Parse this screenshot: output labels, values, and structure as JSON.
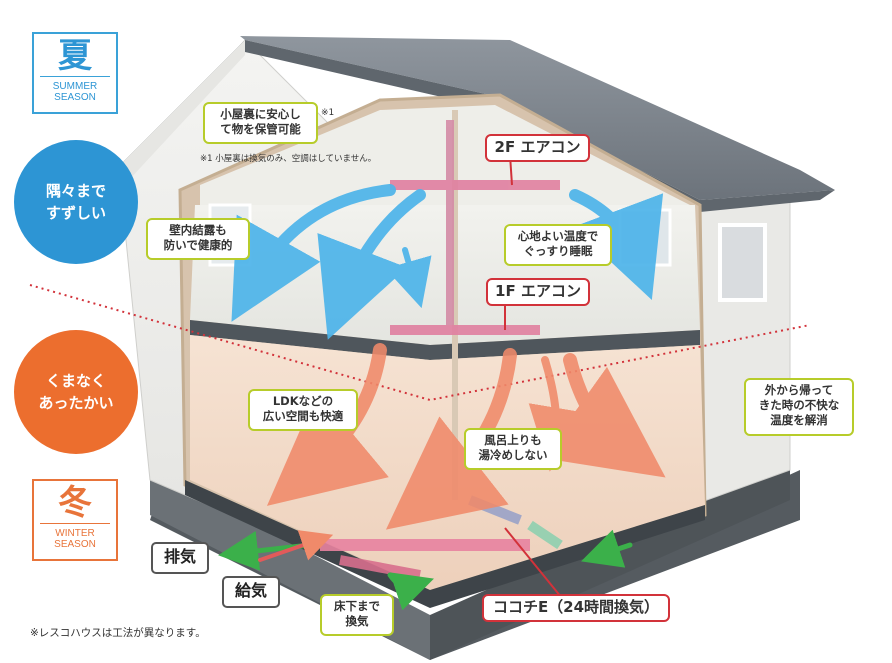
{
  "summer": {
    "kanji": "夏",
    "en_line1": "SUMMER",
    "en_line2": "SEASON",
    "color": "#3aa2d8"
  },
  "winter": {
    "kanji": "冬",
    "en_line1": "WINTER",
    "en_line2": "SEASON",
    "color": "#e8743a"
  },
  "badges": {
    "cool_line1": "隅々まで",
    "cool_line2": "すずしい",
    "cool_color": "#2d95d4",
    "warm_line1": "くまなく",
    "warm_line2": "あったかい",
    "warm_color": "#ec6e2e"
  },
  "notes": {
    "attic_line1": "小屋裏に安心し",
    "attic_line2": "て物を保管可能",
    "attic_ref": "※1",
    "attic_footnote": "※1 小屋裏は換気のみ、空調はしていません。",
    "condensation_line1": "壁内結露も",
    "condensation_line2": "防いで健康的",
    "sleep_line1": "心地よい温度で",
    "sleep_line2": "ぐっすり睡眠",
    "ldk_line1": "LDKなどの",
    "ldk_line2": "広い空間も快適",
    "bath_line1": "風呂上りも",
    "bath_line2": "湯冷めしない",
    "outside_line1": "外から帰って",
    "outside_line2": "きた時の不快な",
    "outside_line3": "温度を解消",
    "underfloor_line1": "床下まで",
    "underfloor_line2": "換気"
  },
  "units": {
    "ac_2f": "2F エアコン",
    "ac_1f": "1F エアコン",
    "kokochi": "ココチE（24時間換気）"
  },
  "vents": {
    "exhaust": "排気",
    "supply": "給気"
  },
  "footer": "※レスコハウスは工法が異なります。",
  "colors": {
    "note_border": "#b7cc2a",
    "label_border": "#d2323a",
    "cool_arrow": "#4db4ea",
    "warm_arrow": "#f08a6a"
  }
}
